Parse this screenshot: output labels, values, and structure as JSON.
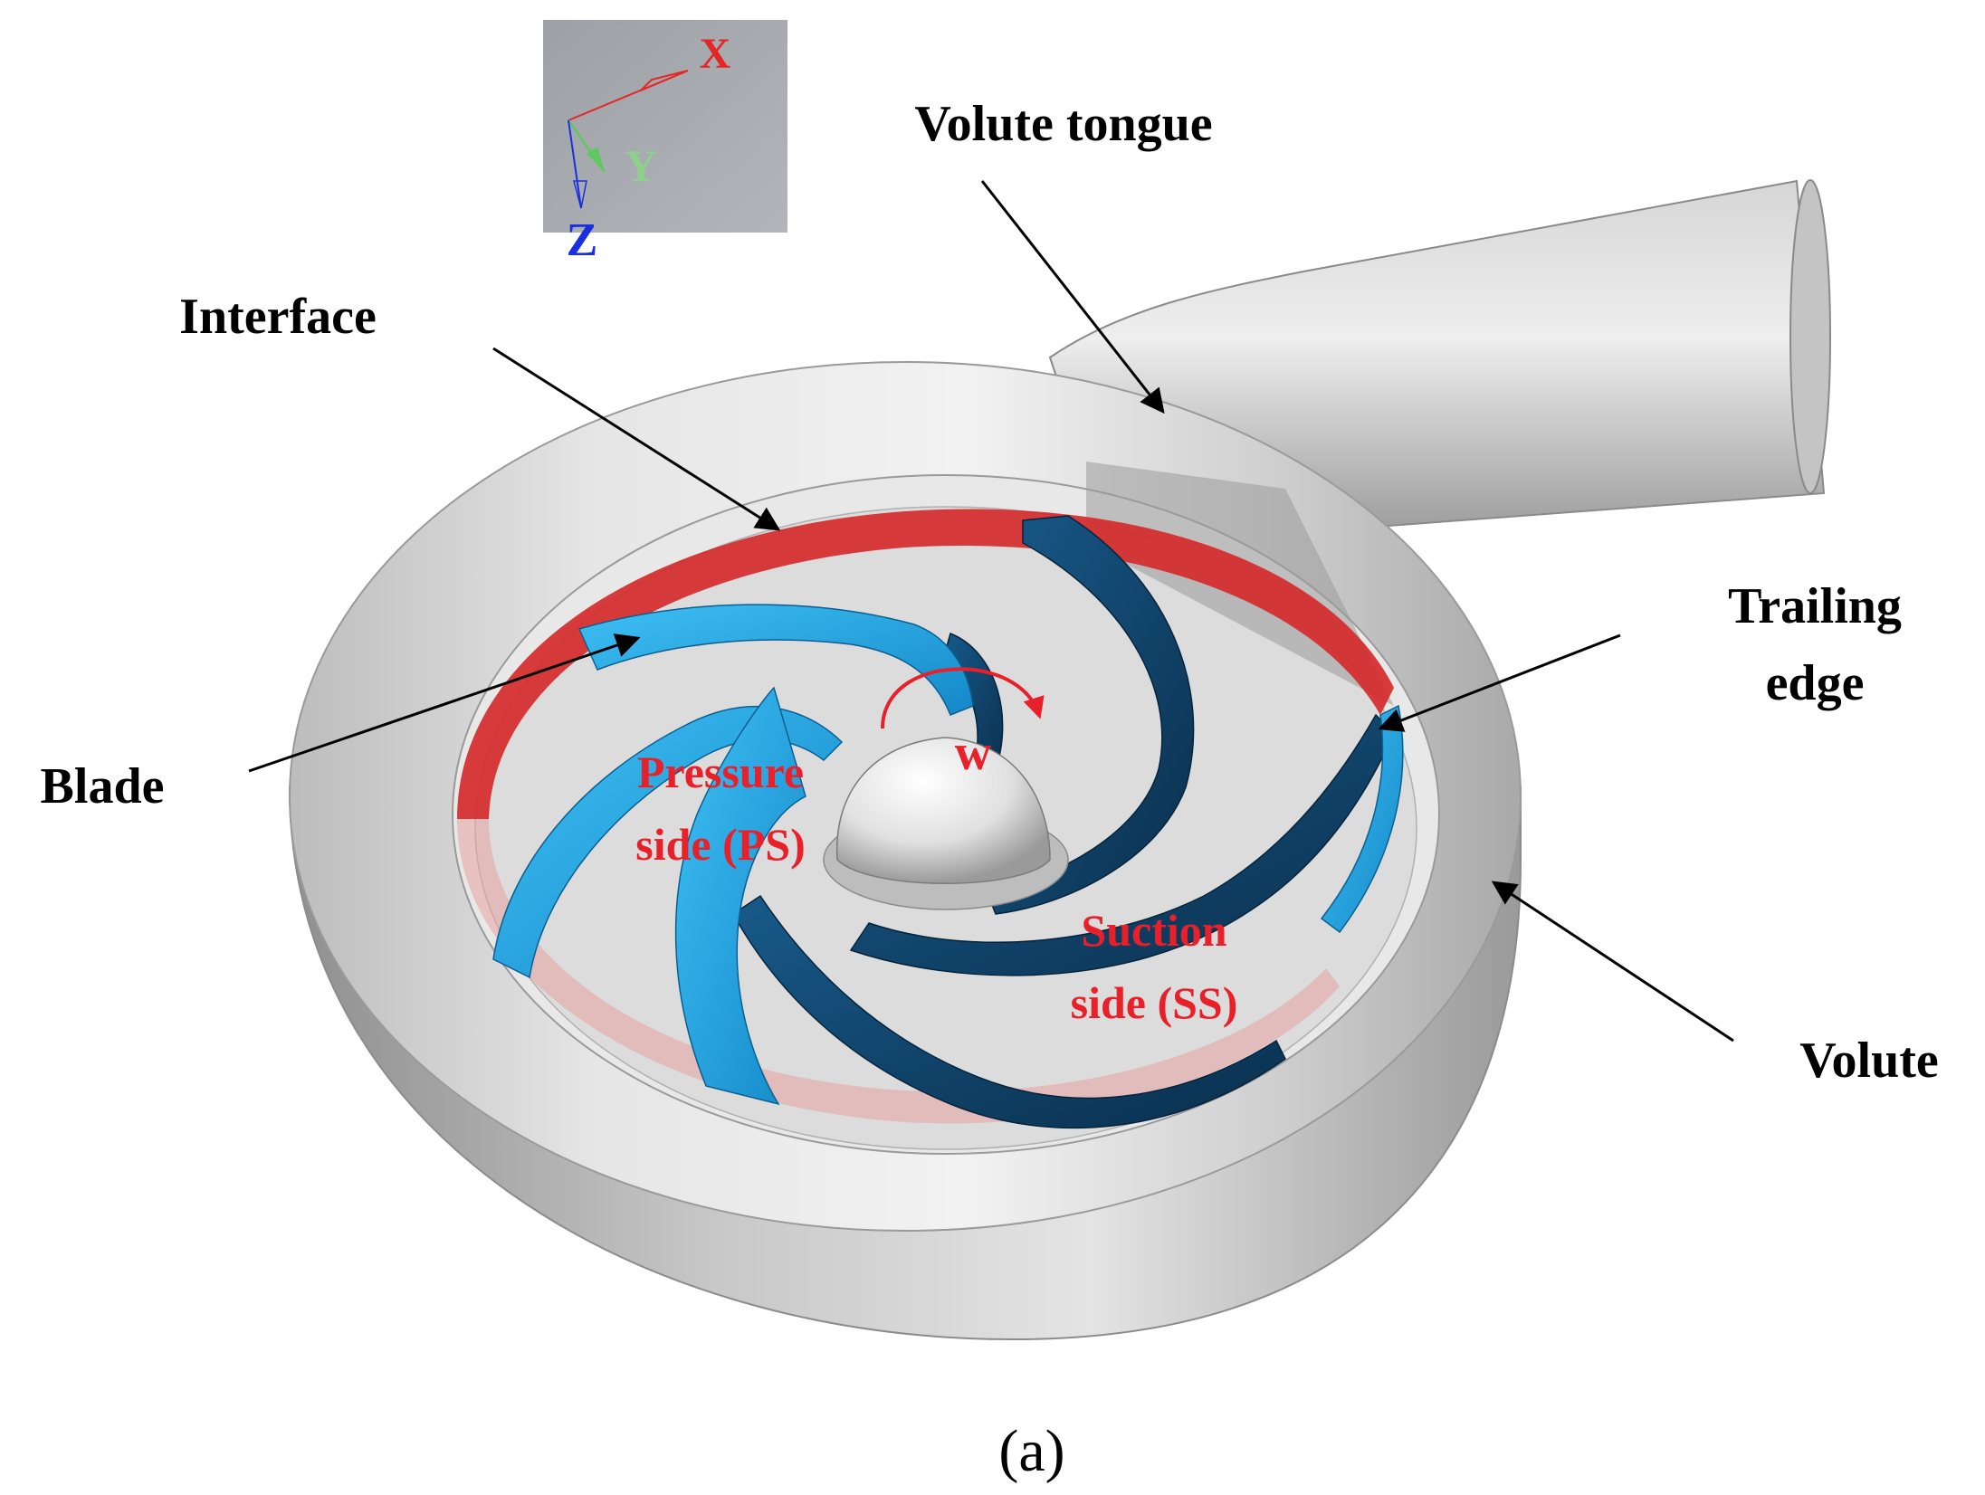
{
  "figure": {
    "panel_label": "(a)",
    "labels": {
      "volute_tongue": "Volute tongue",
      "interface": "Interface",
      "trailing_edge_line1": "Trailing",
      "trailing_edge_line2": "edge",
      "blade": "Blade",
      "volute": "Volute",
      "pressure_side_line1": "Pressure",
      "pressure_side_line2": "side (PS)",
      "suction_side_line1": "Suction",
      "suction_side_line2": "side (SS)",
      "rotation": "w"
    },
    "axes_triad": {
      "x": "X",
      "y": "Y",
      "z": "Z"
    },
    "colors": {
      "label_text": "#000000",
      "annotation_red": "#e8202a",
      "blade_light": "#1aa6e6",
      "blade_dark": "#0c3a5c",
      "interface_red": "#d52a2a",
      "volute_gray": "#cfcfcf",
      "triad_bg": "#a4a8ad",
      "axis_x": "#e52626",
      "axis_y": "#5fc85f",
      "axis_z": "#1a2fe0"
    }
  }
}
